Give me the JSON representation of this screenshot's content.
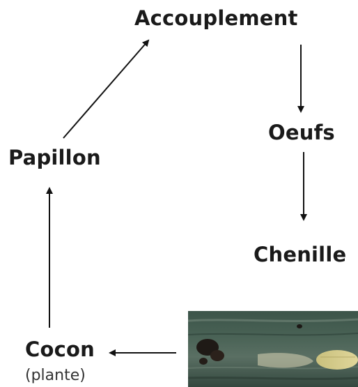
{
  "diagram": {
    "nodes": {
      "accouplement": "Accouplement",
      "oeufs": "Oeufs",
      "chenille": "Chenille",
      "cocon": "Cocon",
      "cocon_sub": "(plante)",
      "papillon": "Papillon"
    },
    "edges": [
      {
        "from": "accouplement",
        "to": "oeufs"
      },
      {
        "from": "oeufs",
        "to": "chenille"
      },
      {
        "from": "chenille-photo",
        "to": "cocon"
      },
      {
        "from": "cocon",
        "to": "papillon"
      },
      {
        "from": "papillon",
        "to": "accouplement"
      }
    ],
    "colors": {
      "text": "#1a1a1a",
      "arrow": "#111111",
      "photo_bark": "#3f5a4e",
      "photo_caterpillar": "#d2c98a"
    }
  }
}
